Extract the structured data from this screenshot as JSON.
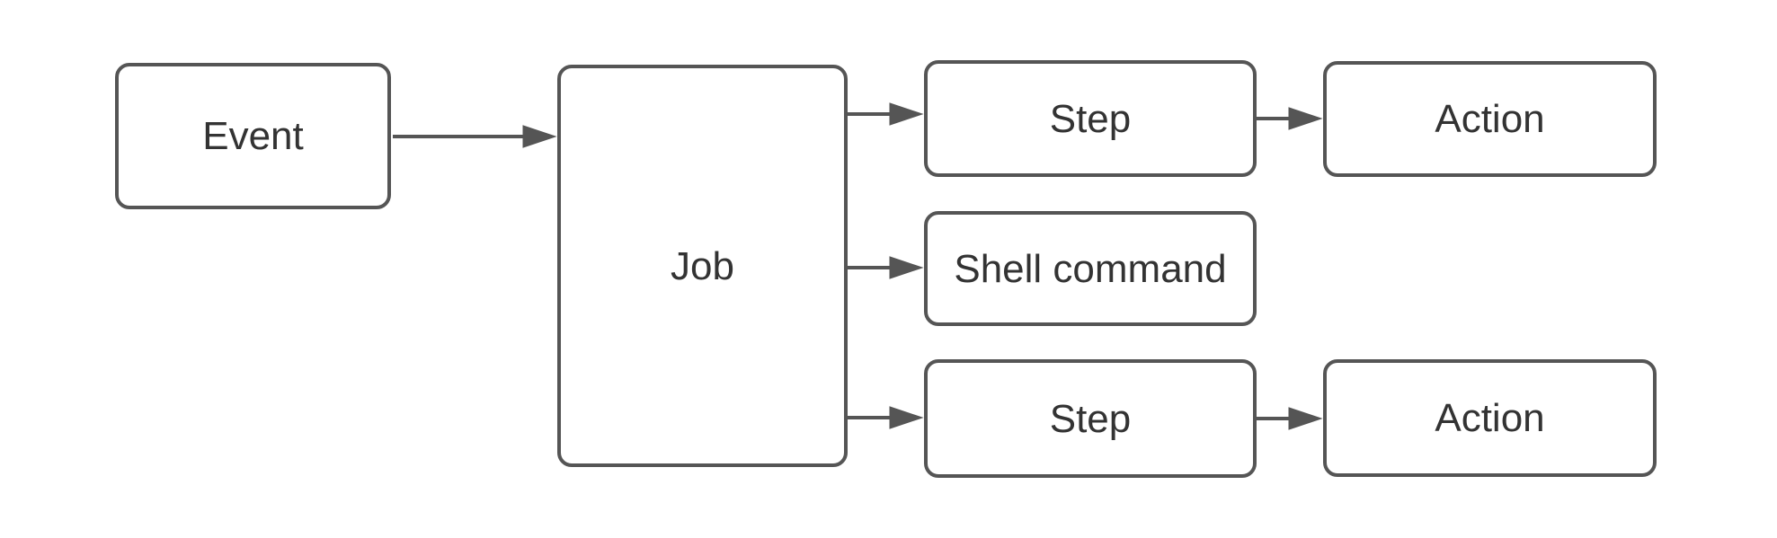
{
  "diagram": {
    "type": "flowchart",
    "background": "#ffffff",
    "colors": {
      "node_border": "#555555",
      "node_fill": "#ffffff",
      "label_text": "#333333",
      "arrow": "#555555"
    },
    "nodes": [
      {
        "id": "event",
        "label": "Event"
      },
      {
        "id": "job",
        "label": "Job"
      },
      {
        "id": "step-top",
        "label": "Step"
      },
      {
        "id": "action-top",
        "label": "Action"
      },
      {
        "id": "shell-command",
        "label": "Shell command"
      },
      {
        "id": "step-bottom",
        "label": "Step"
      },
      {
        "id": "action-bottom",
        "label": "Action"
      }
    ],
    "edges": [
      {
        "from": "event",
        "to": "job"
      },
      {
        "from": "job",
        "to": "step-top"
      },
      {
        "from": "job",
        "to": "shell-command"
      },
      {
        "from": "job",
        "to": "step-bottom"
      },
      {
        "from": "step-top",
        "to": "action-top"
      },
      {
        "from": "step-bottom",
        "to": "action-bottom"
      }
    ]
  }
}
